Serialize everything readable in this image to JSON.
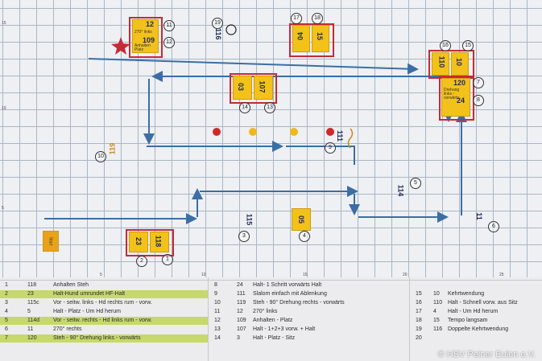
{
  "axis_labels": [
    "15",
    "10",
    "5",
    "5",
    "10",
    "15",
    "20",
    "25"
  ],
  "stations": [
    {
      "id": "s1",
      "num": "1",
      "code": "118"
    },
    {
      "id": "s2",
      "num": "2",
      "code": "23"
    },
    {
      "id": "s3",
      "num": "3",
      "code": "115"
    },
    {
      "id": "s4",
      "num": "4",
      "code": "05"
    },
    {
      "id": "s5",
      "num": "5",
      "code": "114"
    },
    {
      "id": "s6",
      "num": "6",
      "code": "11"
    },
    {
      "id": "s7",
      "num": "7",
      "code": "120"
    },
    {
      "id": "s8",
      "num": "8",
      "code": "24"
    },
    {
      "id": "s9",
      "num": "9",
      "code": "111"
    },
    {
      "id": "s10",
      "num": "10",
      "code": "119"
    },
    {
      "id": "s11",
      "num": "11",
      "code": "12"
    },
    {
      "id": "s12",
      "num": "12",
      "code": "109"
    },
    {
      "id": "s13",
      "num": "13",
      "code": "107"
    },
    {
      "id": "s14",
      "num": "14",
      "code": "03"
    },
    {
      "id": "s15",
      "num": "15",
      "code": "10"
    },
    {
      "id": "s16",
      "num": "16",
      "code": "110"
    },
    {
      "id": "s17",
      "num": "17",
      "code": "04"
    },
    {
      "id": "s18",
      "num": "18",
      "code": "15"
    },
    {
      "id": "s19",
      "num": "19",
      "code": "116"
    }
  ],
  "sign_text": {
    "turn_270": "270° links",
    "anhalten": "Anhalten Platz",
    "drehung": "Drehung links - vorwärts",
    "start": "Start"
  },
  "legend": [
    [
      {
        "n": "1",
        "code": "118",
        "desc": "Anhalten Steh"
      },
      {
        "n": "2",
        "code": "23",
        "desc": "Halt-Hund umrundet HF-Halt"
      },
      {
        "n": "3",
        "code": "115c",
        "desc": "Vor - seitw. links - Hd rechts rum - vorw."
      },
      {
        "n": "4",
        "code": "5",
        "desc": "Halt - Platz - Um Hd herum"
      },
      {
        "n": "5",
        "code": "114d",
        "desc": "Vor - seitw. rechts - Hd links rum - vorw."
      },
      {
        "n": "6",
        "code": "11",
        "desc": "270° rechts"
      },
      {
        "n": "7",
        "code": "120",
        "desc": "Steh - 90° Drehung links - vorwärts"
      }
    ],
    [
      {
        "n": "8",
        "code": "24",
        "desc": "Halt- 1 Schritt vorwärts Halt"
      },
      {
        "n": "9",
        "code": "111",
        "desc": "Slalom einfach mit Ablenkung"
      },
      {
        "n": "10",
        "code": "119",
        "desc": "Steh - 90° Drehung rechts - vorwärts"
      },
      {
        "n": "11",
        "code": "12",
        "desc": "270° links"
      },
      {
        "n": "12",
        "code": "109",
        "desc": "Anhalten - Platz"
      },
      {
        "n": "13",
        "code": "107",
        "desc": "Halt - 1+2+3 vorw. + Halt"
      },
      {
        "n": "14",
        "code": "3",
        "desc": "Halt - Platz - Sitz"
      }
    ],
    [
      {
        "n": "15",
        "code": "10",
        "desc": "Kehrtwendung"
      },
      {
        "n": "16",
        "code": "110",
        "desc": "Halt - Schnell vorw. aus Sitz"
      },
      {
        "n": "17",
        "code": "4",
        "desc": "Halt - Um Hd herum"
      },
      {
        "n": "18",
        "code": "15",
        "desc": "Tempo langsam"
      },
      {
        "n": "19",
        "code": "116",
        "desc": "Doppelte Kehrtwendung"
      },
      {
        "n": "20",
        "code": "",
        "desc": ""
      }
    ]
  ],
  "copyright": "© HSV Peiner Eulen e.V.",
  "colors": {
    "arrow": "#3b6ea5",
    "sign": "#f2c21a",
    "box": "#c62a36",
    "star": "#c62a36",
    "cone_red": "#d02828",
    "cone_yellow": "#f0b81c",
    "legend_bar": "#c6d96a"
  }
}
